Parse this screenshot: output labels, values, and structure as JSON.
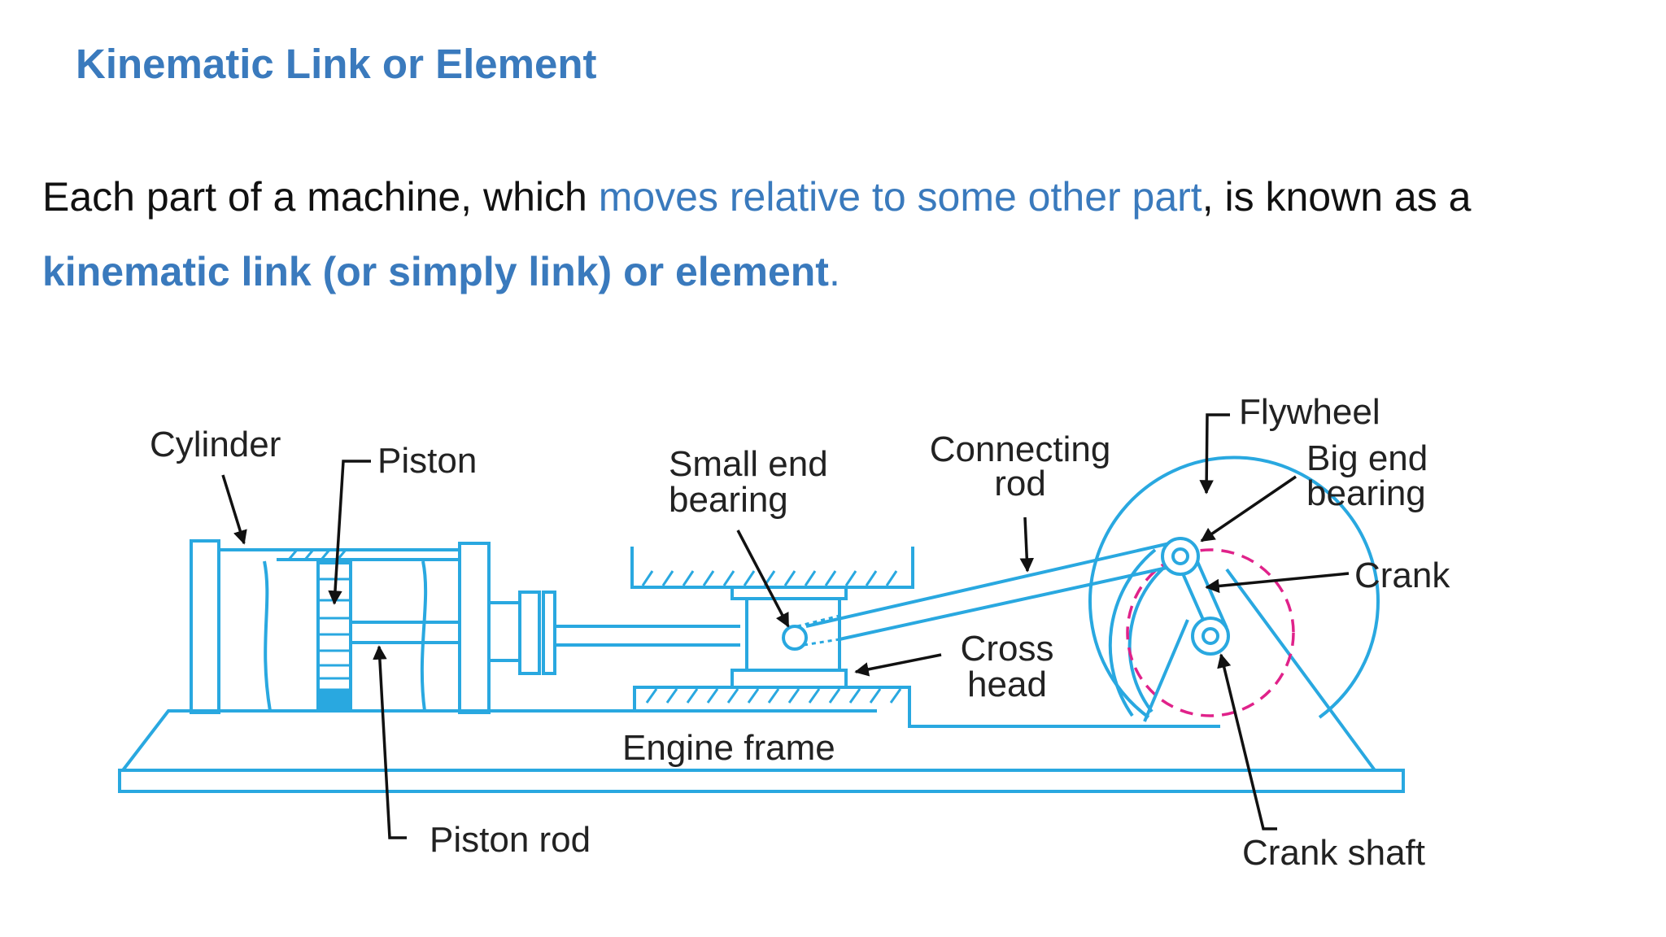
{
  "title": "Kinematic Link or Element",
  "definition": {
    "part1": "Each part of a machine, which ",
    "highlight": "moves relative to some other part",
    "part2": ", is known as a",
    "bold_term": "kinematic link (or simply link) or element",
    "period": "."
  },
  "diagram": {
    "labels": {
      "cylinder": "Cylinder",
      "piston": "Piston",
      "small_end_line1": "Small end",
      "small_end_line2": "bearing",
      "connecting_line1": "Connecting",
      "connecting_line2": "rod",
      "flywheel": "Flywheel",
      "big_end_line1": "Big end",
      "big_end_line2": "bearing",
      "crank": "Crank",
      "cross_line1": "Cross",
      "cross_line2": "head",
      "engine_frame": "Engine frame",
      "piston_rod": "Piston rod",
      "crank_shaft": "Crank shaft"
    },
    "colors": {
      "machine_lines": "#29a8e0",
      "crank_circle": "#e0228a",
      "labels": "#222222",
      "arrows": "#111111"
    }
  }
}
